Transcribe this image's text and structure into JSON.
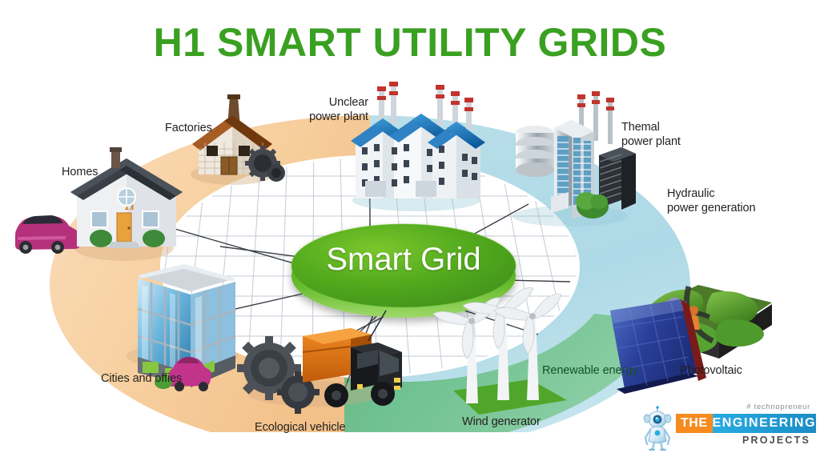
{
  "title": "H1 SMART UTILITY GRIDS",
  "center": {
    "label": "Smart Grid"
  },
  "colors": {
    "title_green": "#3aa021",
    "center_ellipse": "#4ba81f",
    "consumer_ring": "#f6ce9f",
    "producer_ring": "#b3dce8",
    "renewable_band": "#6cc08a",
    "label_text": "#231f20",
    "renewable_label_text": "#15502a",
    "logo_orange": "#f68b1f",
    "logo_blue": "#29abe2"
  },
  "nodes": [
    {
      "id": "homes",
      "label": "Homes",
      "icon": "house-icon",
      "sector": "consumer"
    },
    {
      "id": "factories",
      "label": "Factories",
      "icon": "factory-icon",
      "sector": "consumer"
    },
    {
      "id": "nuclear",
      "label": "Unclear\npower plant",
      "icon": "nuclear-plant-icon",
      "sector": "producer"
    },
    {
      "id": "thermal",
      "label": "Themal\npower plant",
      "icon": "thermal-plant-icon",
      "sector": "producer"
    },
    {
      "id": "hydraulic",
      "label": "Hydraulic\npower generation",
      "icon": "hydro-dam-icon",
      "sector": "producer"
    },
    {
      "id": "photovoltaic",
      "label": "Photovoltaic",
      "icon": "solar-panel-icon",
      "sector": "renewable"
    },
    {
      "id": "renewable",
      "label": "Renewable energy",
      "icon": "renewable-band-icon",
      "sector": "renewable"
    },
    {
      "id": "wind",
      "label": "Wind generator",
      "icon": "wind-turbine-icon",
      "sector": "renewable"
    },
    {
      "id": "eco",
      "label": "Ecological vehicle",
      "icon": "truck-icon",
      "sector": "consumer"
    },
    {
      "id": "cities",
      "label": "Cities and offies",
      "icon": "office-building-icon",
      "sector": "consumer"
    }
  ],
  "logo": {
    "hashtag": "# technopreneur",
    "word_the": "THE",
    "word_engineering": "ENGINEERING",
    "word_projects": "PROJECTS",
    "mascot": "robot-mascot-icon"
  }
}
